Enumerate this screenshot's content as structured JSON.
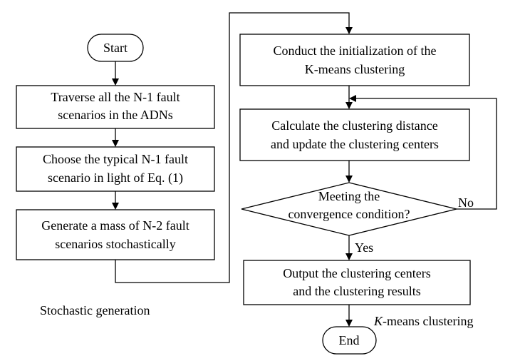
{
  "flowchart": {
    "start": "Start",
    "left_steps": [
      [
        "Traverse all the N-1 fault",
        "scenarios in the ADNs"
      ],
      [
        "Choose the typical N-1 fault",
        "scenario in light of Eq. (1)"
      ],
      [
        "Generate a mass of N-2 fault",
        "scenarios stochastically"
      ]
    ],
    "left_caption": "Stochastic generation",
    "right_steps": [
      [
        "Conduct the initialization of the",
        "K-means clustering"
      ],
      [
        "Calculate the clustering distance",
        "and update the clustering centers"
      ]
    ],
    "decision": [
      "Meeting the",
      "convergence condition?"
    ],
    "no_label": "No",
    "yes_label": "Yes",
    "output_step": [
      "Output the clustering centers",
      "and the clustering results"
    ],
    "right_caption_italic": "K",
    "right_caption_rest": "-means clustering",
    "end": "End"
  }
}
